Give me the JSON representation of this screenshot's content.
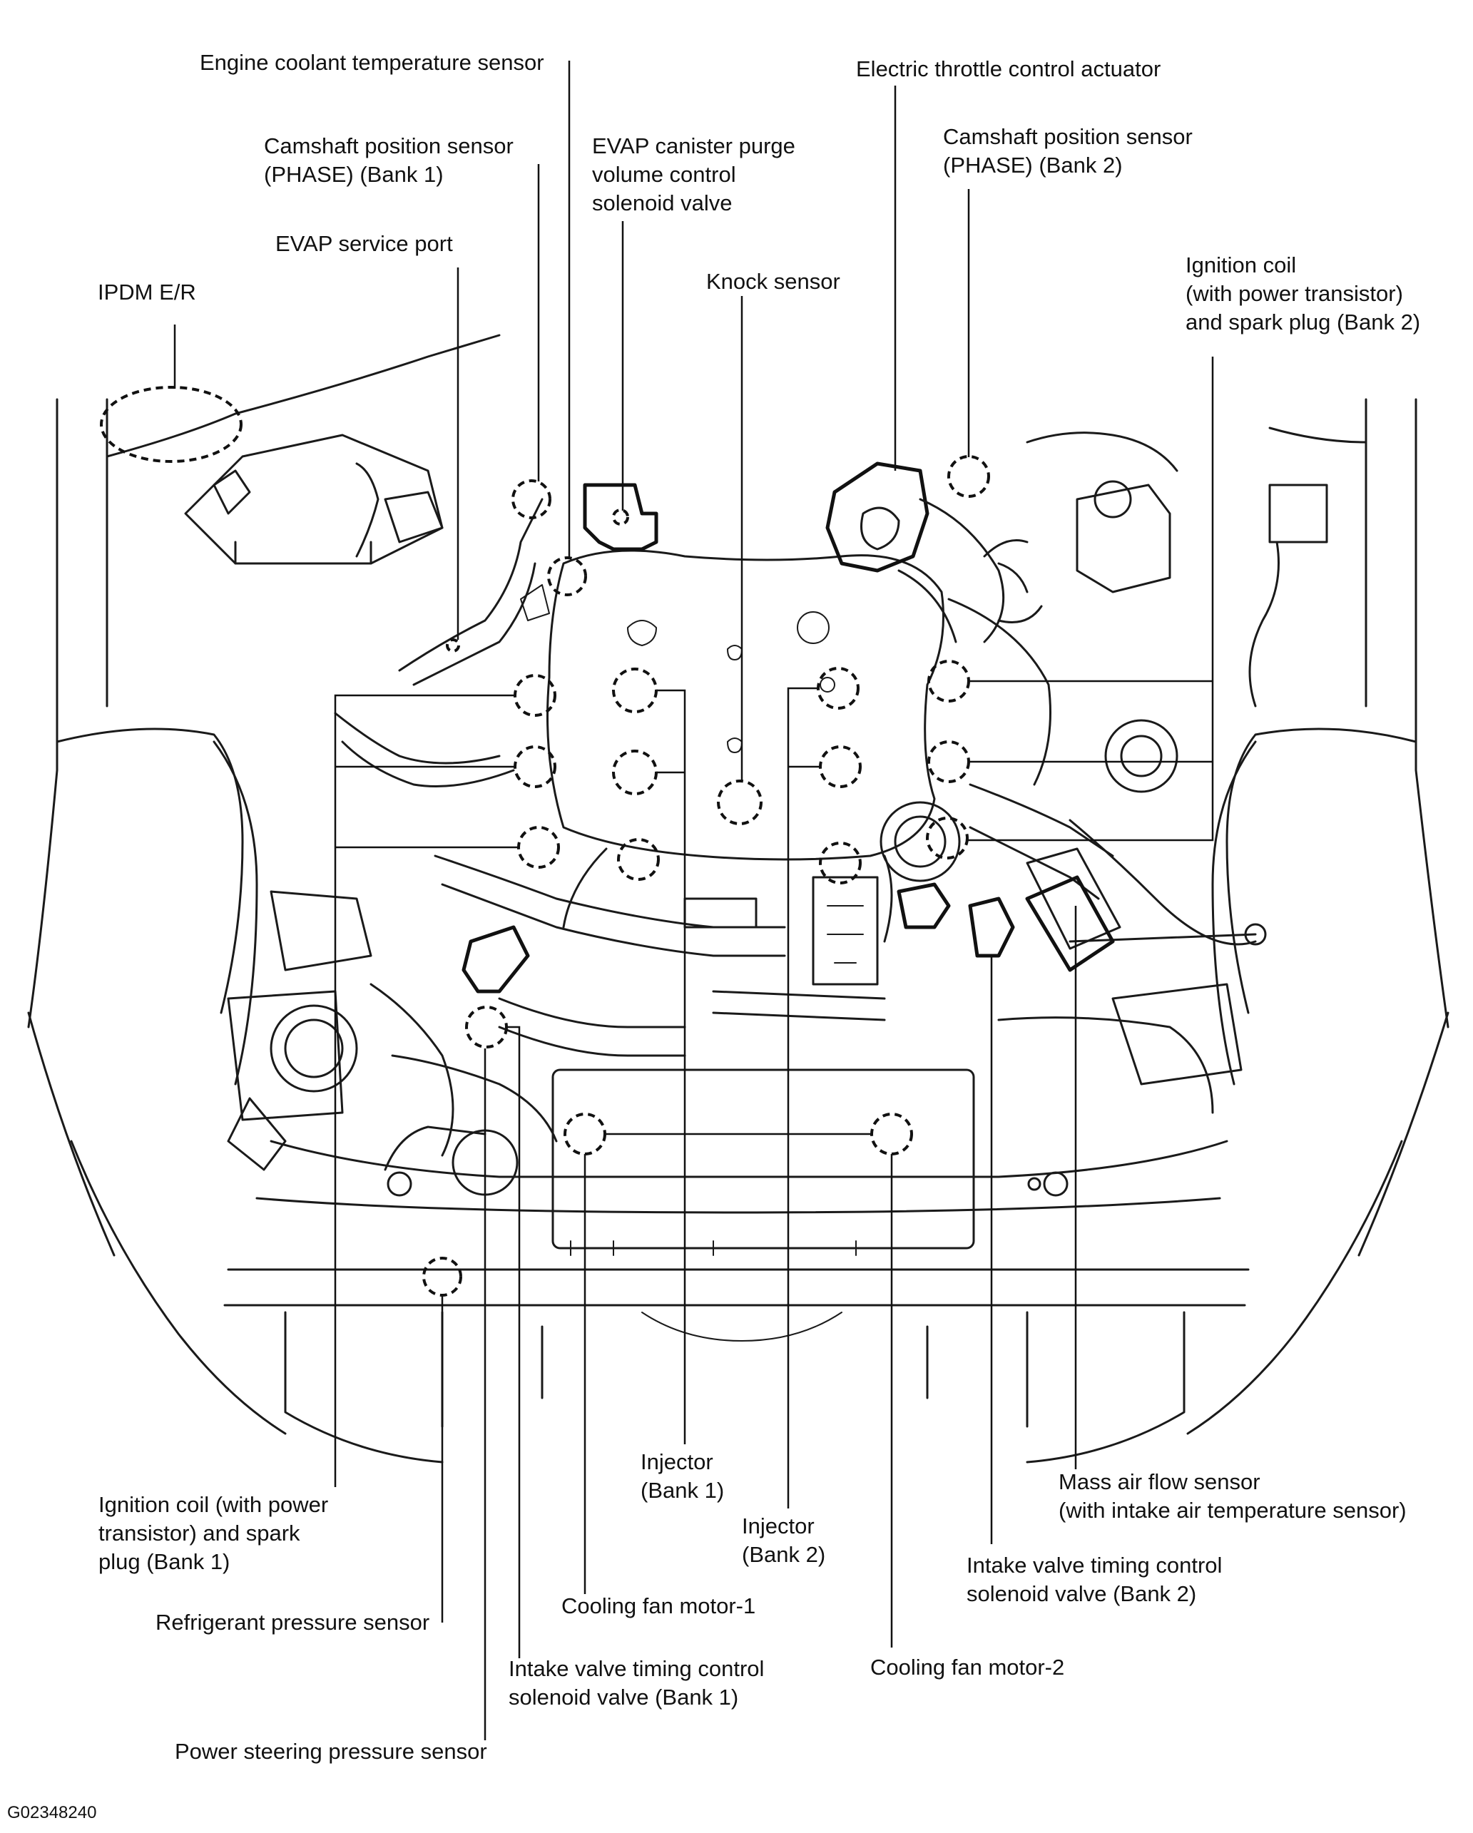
{
  "figure_id": "G02348240",
  "components": {
    "engine_coolant_temperature_sensor": "Engine coolant temperature sensor",
    "camshaft_position_sensor_bank1": "Camshaft position sensor\n(PHASE) (Bank 1)",
    "evap_canister_purge_valve": "EVAP canister purge\nvolume control\nsolenoid valve",
    "evap_service_port": "EVAP service port",
    "ipdm_er": "IPDM E/R",
    "knock_sensor": "Knock sensor",
    "electric_throttle_control_actuator": "Electric throttle control actuator",
    "camshaft_position_sensor_bank2": "Camshaft position sensor\n(PHASE) (Bank 2)",
    "ignition_coil_bank2": "Ignition coil\n(with power transistor)\nand spark plug (Bank 2)",
    "injector_bank1": "Injector\n(Bank 1)",
    "injector_bank2": "Injector\n(Bank 2)",
    "mass_air_flow_sensor": "Mass air flow sensor\n(with intake air temperature sensor)",
    "ignition_coil_bank1": "Ignition coil (with power\ntransistor) and spark\nplug (Bank 1)",
    "intake_valve_timing_bank2": "Intake valve timing control\nsolenoid valve (Bank 2)",
    "cooling_fan_motor_1": "Cooling fan motor-1",
    "refrigerant_pressure_sensor": "Refrigerant pressure sensor",
    "cooling_fan_motor_2": "Cooling fan motor-2",
    "intake_valve_timing_bank1": "Intake valve timing control\nsolenoid valve (Bank 1)",
    "power_steering_pressure_sensor": "Power steering pressure sensor"
  }
}
